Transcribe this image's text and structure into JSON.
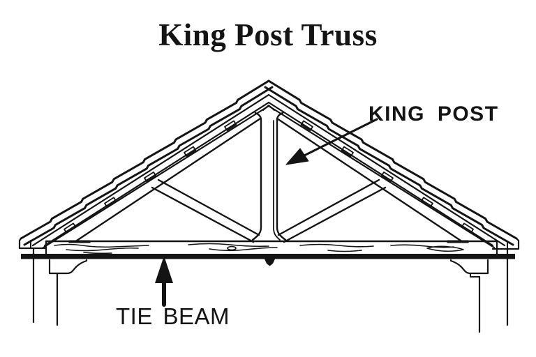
{
  "title": "King Post Truss",
  "labels": {
    "king_post": "KING POST",
    "tie_beam": "TIE BEAM"
  },
  "colors": {
    "ink": "#141414",
    "background": "#ffffff"
  }
}
